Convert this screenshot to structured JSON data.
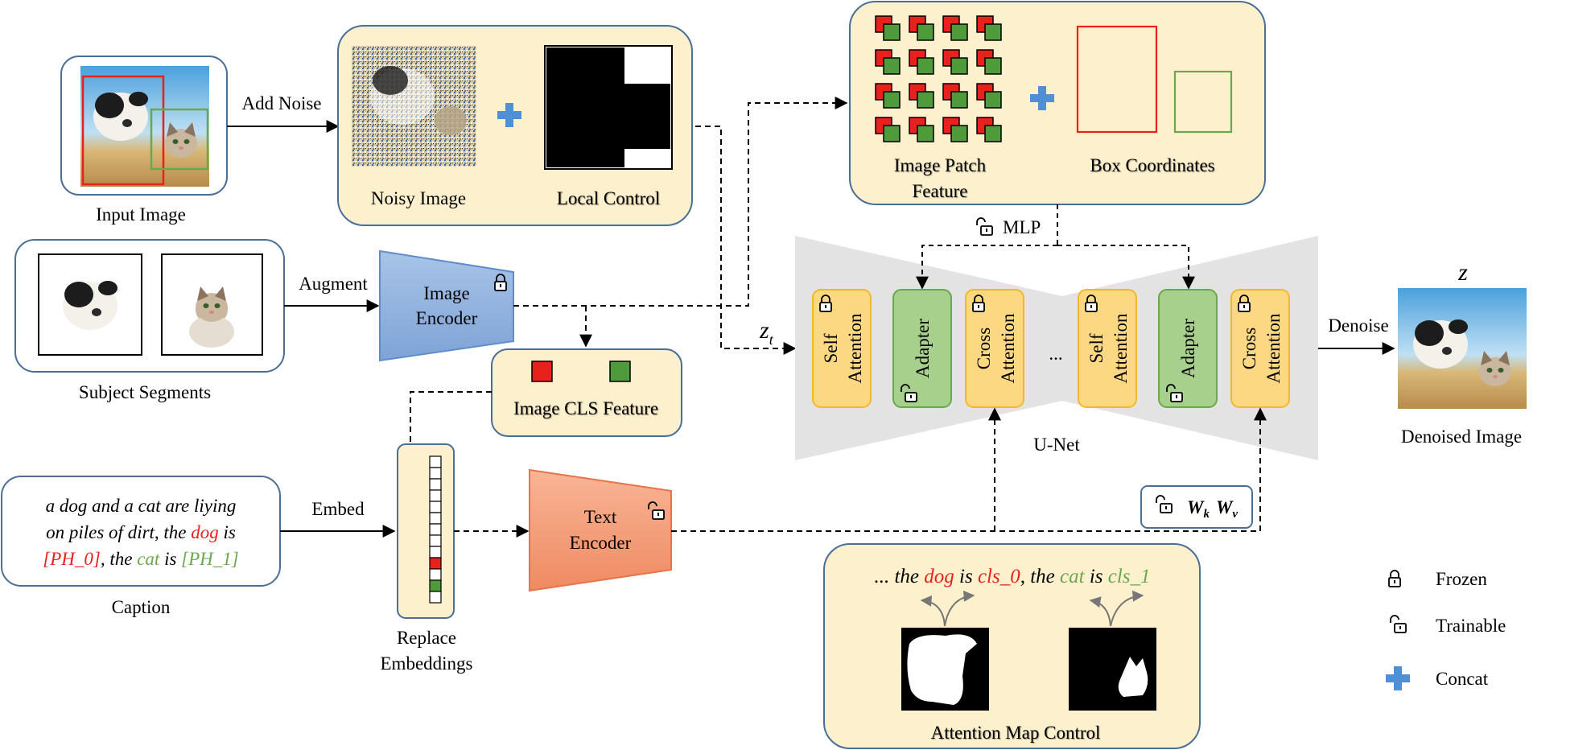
{
  "labels": {
    "input_image": "Input Image",
    "add_noise": "Add Noise",
    "noisy_image": "Noisy Image",
    "local_control": "Local Control",
    "image_patch_1": "Image Patch",
    "image_patch_2": "Feature",
    "box_coordinates": "Box Coordinates",
    "mlp": "MLP",
    "augment": "Augment",
    "image_encoder_1": "Image",
    "image_encoder_2": "Encoder",
    "subject_segments": "Subject Segments",
    "image_cls": "Image CLS Feature",
    "zt_z": "z",
    "zt_t": "t",
    "self_attention_1": "Self",
    "self_attention_2": "Attention",
    "adapter": "Adapter",
    "cross_attention_1": "Cross",
    "cross_attention_2": "Attention",
    "ellipsis": "...",
    "unet": "U-Net",
    "denoise": "Denoise",
    "z_out": "z",
    "denoised_image": "Denoised Image",
    "embed": "Embed",
    "replace_1": "Replace",
    "replace_2": "Embeddings",
    "text_encoder_1": "Text",
    "text_encoder_2": "Encoder",
    "wk": "W",
    "wk_sub": "k",
    "wv": "W",
    "wv_sub": "v",
    "caption": "Caption",
    "caption_line1": "a dog and a cat are liying",
    "caption_line2_a": "on piles of dirt, the ",
    "caption_line2_dog": "dog",
    "caption_line2_b": " is",
    "caption_line3_ph0": "[PH_0]",
    "caption_line3_a": ", the ",
    "caption_line3_cat": "cat",
    "caption_line3_b": " is ",
    "caption_line3_ph1": "[PH_1]",
    "attn_pre": "... the ",
    "attn_dog": "dog",
    "attn_is1": " is ",
    "attn_cls0": "cls_0",
    "attn_mid": ", the ",
    "attn_cat": "cat",
    "attn_is2": " is ",
    "attn_cls1": "cls_1",
    "attention_map_control": "Attention Map Control",
    "legend_frozen": "Frozen",
    "legend_trainable": "Trainable",
    "legend_concat": "Concat"
  },
  "colors": {
    "panel_fill": "#fdf0cc",
    "panel_border": "#4a6f96",
    "red": "#e8211c",
    "green": "#6aa84f",
    "green_fill": "#4f9a3a",
    "attn_fill": "#fdd882",
    "attn_border": "#f0b92c",
    "adapter_fill": "#a8d08d",
    "adapter_border": "#6aa84f",
    "encoder_blue": "#8fb3df",
    "encoder_orange": "#f4a07e",
    "plus_blue": "#4f8fd6",
    "unet_gray": "#e3e3e3"
  }
}
